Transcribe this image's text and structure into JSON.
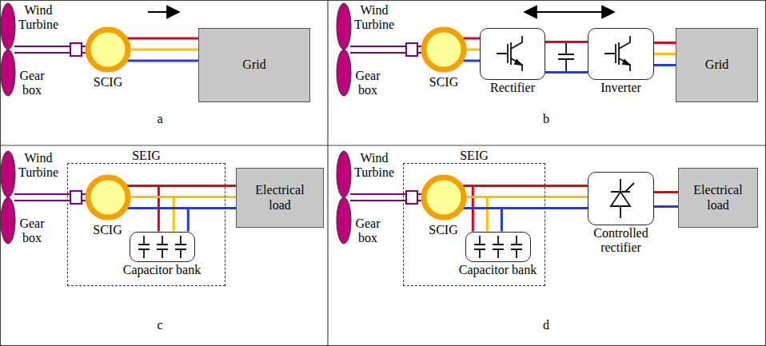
{
  "diagram": {
    "nodes": [
      {
        "text": [
          "SCIG"
        ]
      },
      {
        "text": [
          "Grid"
        ]
      },
      {
        "text": [
          "SCIG"
        ]
      },
      {
        "text": [
          "Rectifier"
        ]
      },
      {
        "text": [
          "Inverter"
        ]
      },
      {
        "text": [
          "Grid"
        ]
      },
      {
        "text": [
          "SEIG"
        ]
      },
      {
        "text": [
          "SCIG"
        ],
        "in": 6
      },
      {
        "text": [
          "Capacitor bank"
        ],
        "in": 6
      },
      {
        "text": [
          "Electrical load"
        ]
      },
      {
        "text": [
          "SEIG"
        ]
      },
      {
        "text": [
          "SCIG"
        ],
        "in": 10
      },
      {
        "text": [
          "Capacitor bank"
        ],
        "in": 10
      },
      {
        "text": [
          "Controlled rectifier"
        ]
      },
      {
        "text": [
          "Electrical load"
        ]
      }
    ],
    "edges": [
      {
        "from": 0,
        "to": 1,
        "arrow": "none"
      },
      {
        "from": 2,
        "to": 3,
        "arrow": "none"
      },
      {
        "from": 3,
        "to": 4,
        "arrow": "none"
      },
      {
        "from": 4,
        "to": 5,
        "arrow": "none"
      },
      {
        "from": 7,
        "to": 9,
        "arrow": "none"
      },
      {
        "from": 7,
        "to": 8,
        "arrow": "none"
      },
      {
        "from": 11,
        "to": 13,
        "arrow": "none"
      },
      {
        "from": 11,
        "to": 12,
        "arrow": "none"
      },
      {
        "from": 13,
        "to": 14,
        "arrow": "none"
      }
    ],
    "labels": [
      "Wind Turbine",
      "Gear box",
      "a",
      "Wind Turbine",
      "Gear box",
      "b",
      "Wind Turbine",
      "Gear box",
      "c",
      "Wind Turbine",
      "Gear box",
      "d"
    ]
  }
}
